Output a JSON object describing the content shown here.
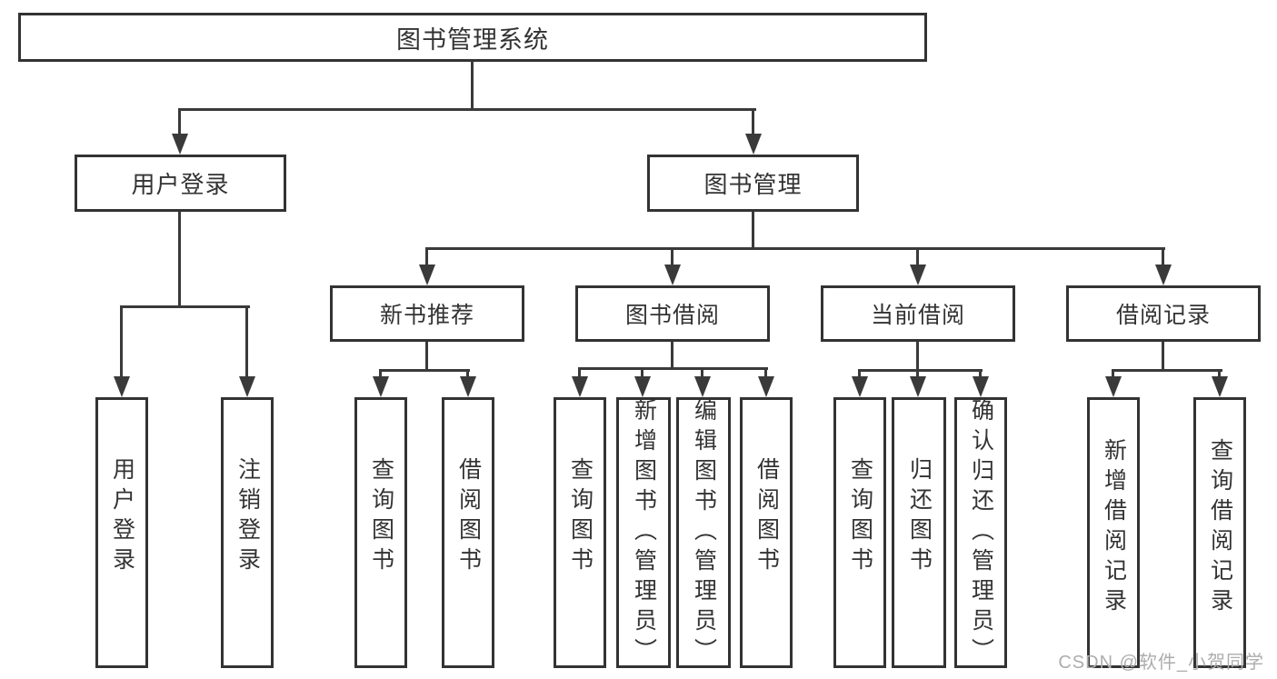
{
  "diagram": {
    "title": "图书管理系统",
    "root": {
      "label": "图书管理系统"
    },
    "level2": [
      {
        "label": "用户登录"
      },
      {
        "label": "图书管理"
      }
    ],
    "level3": [
      {
        "label": "新书推荐"
      },
      {
        "label": "图书借阅"
      },
      {
        "label": "当前借阅"
      },
      {
        "label": "借阅记录"
      }
    ],
    "leaves": [
      {
        "parent": "用户登录",
        "label": "用户登录"
      },
      {
        "parent": "用户登录",
        "label": "注销登录"
      },
      {
        "parent": "新书推荐",
        "label": "查询图书"
      },
      {
        "parent": "新书推荐",
        "label": "借阅图书"
      },
      {
        "parent": "图书借阅",
        "label": "查询图书"
      },
      {
        "parent": "图书借阅",
        "label": "新增图书（管理员）"
      },
      {
        "parent": "图书借阅",
        "label": "编辑图书（管理员）"
      },
      {
        "parent": "图书借阅",
        "label": "借阅图书"
      },
      {
        "parent": "当前借阅",
        "label": "查询图书"
      },
      {
        "parent": "当前借阅",
        "label": "归还图书"
      },
      {
        "parent": "当前借阅",
        "label": "确认归还（管理员）"
      },
      {
        "parent": "借阅记录",
        "label": "新增借阅记录"
      },
      {
        "parent": "借阅记录",
        "label": "查询借阅记录"
      }
    ]
  },
  "watermark": {
    "text": "CSDN @软件_小贺同学"
  },
  "colors": {
    "line": "#3a3a3a",
    "box_border": "#333333",
    "text": "#333333",
    "watermark": "#adadad",
    "background": "#ffffff"
  }
}
